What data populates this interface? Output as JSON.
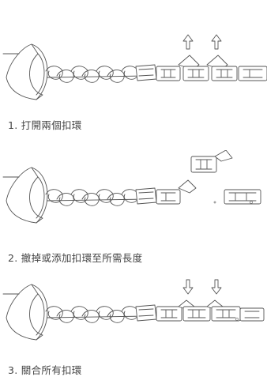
{
  "steps": [
    {
      "caption": "1. 打開兩個扣環",
      "illustration": "open-two-clasps"
    },
    {
      "caption": "2. 撤掉或添加扣環至所需長度",
      "illustration": "remove-or-add-clasps"
    },
    {
      "caption": "3. 關合所有扣環",
      "illustration": "close-all-clasps"
    }
  ],
  "colors": {
    "line": "#555555",
    "text": "#444444",
    "background": "#ffffff"
  }
}
